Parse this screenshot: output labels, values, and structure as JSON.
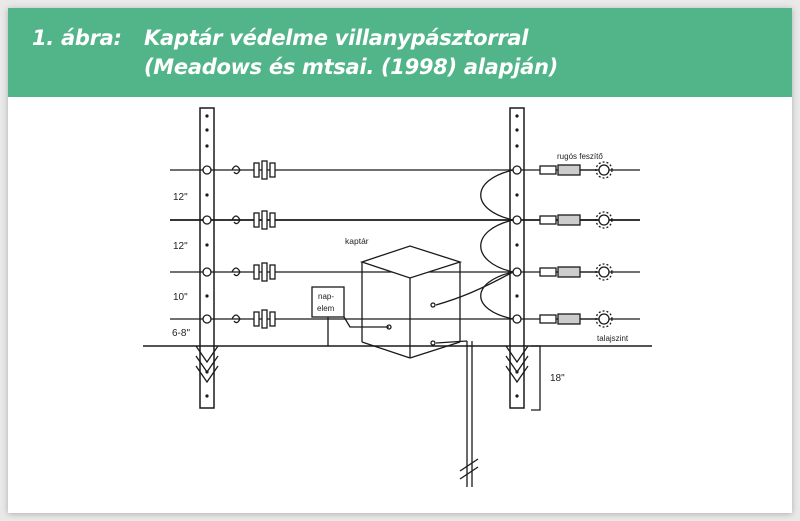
{
  "figure": {
    "number_label": "1. ábra:",
    "title_line1": "Kaptár védelme villanypásztorral",
    "title_line2": "(Meadows és mtsai. (1998) alapján)"
  },
  "diagram": {
    "spacing_labels": [
      "12\"",
      "12\"",
      "10\"",
      "6-8\""
    ],
    "hive_label": "kaptár",
    "solar_label_line1": "nap-",
    "solar_label_line2": "elem",
    "tensioner_label": "rugós feszítő",
    "ground_label": "talajszint",
    "depth_label": "18\""
  },
  "colors": {
    "header_bg": "#52b589",
    "header_text": "#ffffff",
    "line_color": "#1a1a1a"
  }
}
